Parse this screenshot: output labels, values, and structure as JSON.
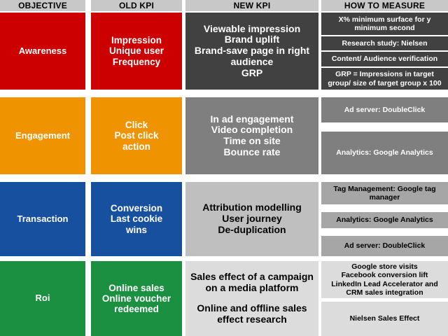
{
  "header": {
    "columns": [
      {
        "label": "OBJECTIVE"
      },
      {
        "label": "OLD KPI"
      },
      {
        "label": "NEW KPI"
      },
      {
        "label": "HOW TO MEASURE"
      }
    ]
  },
  "rows": [
    {
      "color": "#cc0000",
      "objective": "Awareness",
      "old_kpi": "Impression\nUnique user\nFrequency",
      "new_kpi": "Viewable impression\nBrand uplift\nBrand-save page in right audience\nGRP",
      "measures": [
        "X% minimum surface for y minimum second",
        "Research study: Nielsen",
        "Content/ Audience verification",
        "GRP = Impressions in target group/ size of target group x 100"
      ]
    },
    {
      "color": "#ef9400",
      "objective": "Engagement",
      "old_kpi": "Click\nPost click\naction",
      "new_kpi": "In ad engagement\nVideo completion\nTime on site\nBounce rate",
      "measures": [
        "Ad server: DoubleClick",
        "Analytics: Google Analytics"
      ]
    },
    {
      "color": "#17509e",
      "objective": "Transaction",
      "old_kpi": "Conversion\nLast cookie\nwins",
      "new_kpi": "Attribution modelling\nUser journey\nDe-duplication",
      "measures": [
        "Tag Management: Google tag manager",
        "Analytics: Google Analytics",
        "Ad server: DoubleClick"
      ]
    },
    {
      "color": "#1b9040",
      "objective": "Roi",
      "old_kpi": "Online sales\nOnline voucher\nredeemed",
      "new_kpi_blocks": [
        "Sales effect of a campaign on a media platform",
        "Online and offline sales effect research"
      ],
      "measures": [
        "Google store visits\nFacebook conversion lift\nLinkedIn Lead Accelerator and CRM sales integration",
        "Nielsen Sales Effect"
      ]
    }
  ],
  "colors": {
    "header_bg": "#c8c8c8",
    "red": "#cc0000",
    "orange": "#ef9400",
    "blue": "#17509e",
    "green": "#1b9040",
    "dark_gray": "#414141",
    "mid_gray": "#7f7f7f",
    "light_gray": "#bfbfbf",
    "pale_gray": "#dcdcdc"
  }
}
